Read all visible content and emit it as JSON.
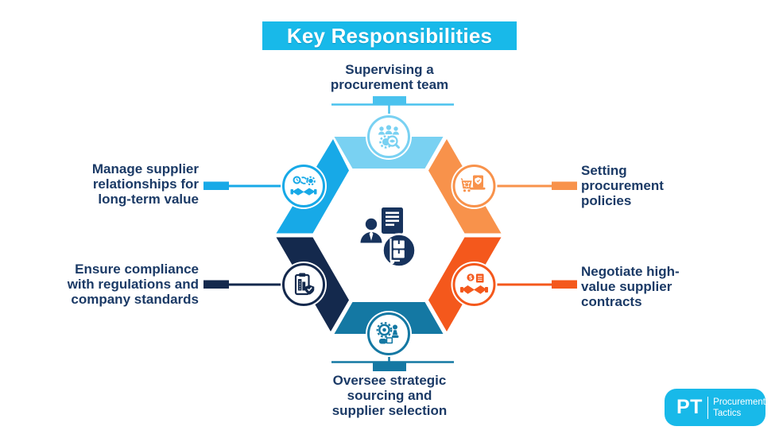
{
  "title": "Key Responsibilities",
  "colors": {
    "title_bar": "#18b9e9",
    "light_blue": "#79d1f2",
    "cyan": "#17a9e7",
    "light_orange": "#f8924b",
    "deep_orange": "#f4581c",
    "navy": "#14294d",
    "teal": "#1478a3",
    "connector_top": "#4ac2ee",
    "center_navy": "#17335d",
    "label_text": "#1b3a66",
    "logo_bg": "#18b9e9",
    "white": "#ffffff"
  },
  "labels": {
    "top": [
      "Supervising a",
      "procurement team"
    ],
    "left_top": [
      "Manage supplier",
      "relationships for",
      "long-term value"
    ],
    "left_bottom": [
      "Ensure compliance",
      "with regulations and",
      "company standards"
    ],
    "right_top": [
      "Setting",
      "procurement",
      "policies"
    ],
    "right_bottom": [
      "Negotiate high-",
      "value supplier",
      "contracts"
    ],
    "bottom": [
      "Oversee strategic",
      "sourcing and",
      "supplier selection"
    ]
  },
  "icon_names": {
    "top": "team-supervision-icon",
    "left_top": "supplier-relationship-icon",
    "right_top": "procurement-policy-icon",
    "left_bottom": "compliance-clipboard-icon",
    "right_bottom": "contract-negotiation-icon",
    "bottom": "strategic-sourcing-icon",
    "center": "procurement-manager-icon"
  },
  "symbols": {
    "dollar": "$"
  },
  "logo": {
    "abbr": "PT",
    "name_line1": "Procurement",
    "name_line2": "Tactics"
  }
}
